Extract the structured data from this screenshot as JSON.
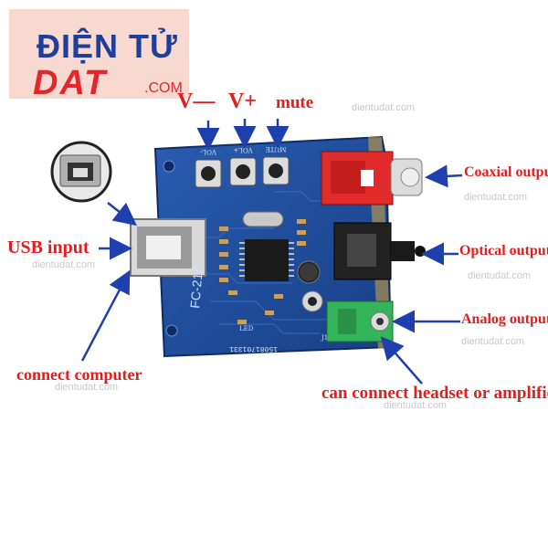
{
  "logo": {
    "line1": "ĐIỆN TỬ",
    "line2": "DAT",
    "suffix": ".COM"
  },
  "labels": {
    "v_minus": "V—",
    "v_plus": "V+",
    "mute": "mute",
    "usb_input": "USB input",
    "connect_computer": "connect computer",
    "coaxial_output": "Coaxial output",
    "optical_output": "Optical output",
    "analog_output": "Analog output",
    "headset": "can connect headset or amplifier"
  },
  "board": {
    "model": "FC-215",
    "serial": "15081701331",
    "btn_vol_minus": "VOL-",
    "btn_vol_plus": "VOL+",
    "btn_mute": "MUTE",
    "led_label": "LED",
    "jack_label": "J1"
  },
  "watermark": "dientudat.com",
  "colors": {
    "label_red": "#e11d1d",
    "arrow_blue": "#1f3fae",
    "board_blue": "#1b4b9a",
    "logo_blue": "#1f3e9c",
    "logo_red": "#e3262b"
  }
}
